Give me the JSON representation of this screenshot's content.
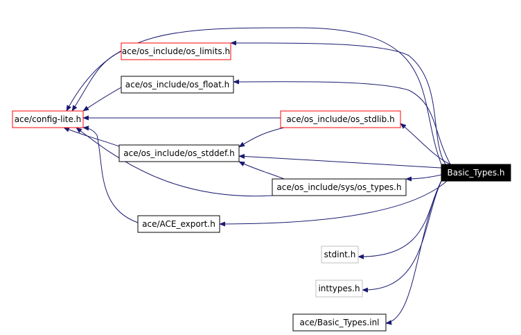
{
  "diagram": {
    "edge_color": "#191970",
    "nodes": [
      {
        "id": "basic_types_h",
        "label": "Basic_Types.h",
        "style": "root"
      },
      {
        "id": "os_limits_h",
        "label": "ace/os_include/os_limits.h",
        "style": "red"
      },
      {
        "id": "os_float_h",
        "label": "ace/os_include/os_float.h",
        "style": "black"
      },
      {
        "id": "config_lite_h",
        "label": "ace/config-lite.h",
        "style": "red"
      },
      {
        "id": "os_stdlib_h",
        "label": "ace/os_include/os_stdlib.h",
        "style": "red"
      },
      {
        "id": "os_stddef_h",
        "label": "ace/os_include/os_stddef.h",
        "style": "black"
      },
      {
        "id": "sys_os_types_h",
        "label": "ace/os_include/sys/os_types.h",
        "style": "black"
      },
      {
        "id": "ace_export_h",
        "label": "ace/ACE_export.h",
        "style": "black"
      },
      {
        "id": "stdint_h",
        "label": "stdint.h",
        "style": "gray"
      },
      {
        "id": "inttypes_h",
        "label": "inttypes.h",
        "style": "gray"
      },
      {
        "id": "basic_types_inl",
        "label": "ace/Basic_Types.inl",
        "style": "black"
      }
    ],
    "edges": [
      {
        "from": "basic_types_h",
        "to": "os_limits_h"
      },
      {
        "from": "basic_types_h",
        "to": "os_float_h"
      },
      {
        "from": "basic_types_h",
        "to": "os_stdlib_h"
      },
      {
        "from": "basic_types_h",
        "to": "os_stddef_h"
      },
      {
        "from": "basic_types_h",
        "to": "sys_os_types_h"
      },
      {
        "from": "basic_types_h",
        "to": "ace_export_h"
      },
      {
        "from": "basic_types_h",
        "to": "stdint_h"
      },
      {
        "from": "basic_types_h",
        "to": "inttypes_h"
      },
      {
        "from": "basic_types_h",
        "to": "basic_types_inl"
      },
      {
        "from": "basic_types_h",
        "to": "config_lite_h"
      },
      {
        "from": "os_limits_h",
        "to": "config_lite_h"
      },
      {
        "from": "os_float_h",
        "to": "config_lite_h"
      },
      {
        "from": "os_stdlib_h",
        "to": "config_lite_h"
      },
      {
        "from": "os_stdlib_h",
        "to": "os_stddef_h"
      },
      {
        "from": "os_stddef_h",
        "to": "config_lite_h"
      },
      {
        "from": "sys_os_types_h",
        "to": "config_lite_h"
      },
      {
        "from": "sys_os_types_h",
        "to": "os_stddef_h"
      },
      {
        "from": "ace_export_h",
        "to": "config_lite_h"
      }
    ]
  }
}
